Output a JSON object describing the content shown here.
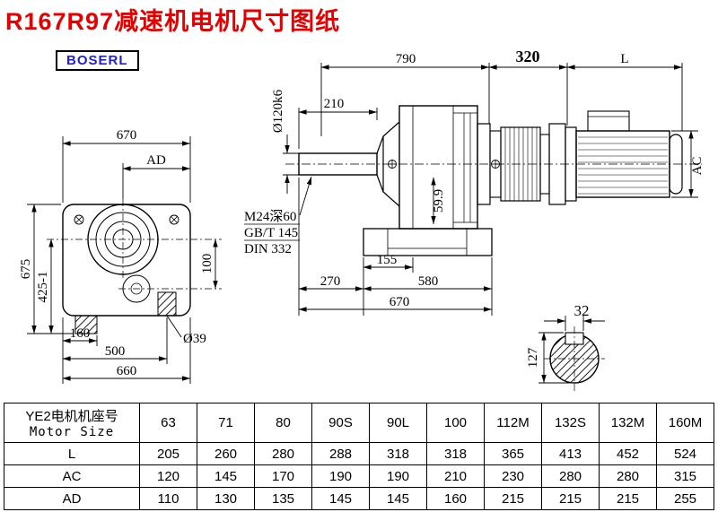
{
  "title": "R167R97减速机电机尺寸图纸",
  "logo": "BOSERL",
  "front": {
    "w670": "670",
    "ad": "AD",
    "h675": "675",
    "h425": "425-1",
    "d100": "100",
    "d160": "160",
    "d500": "500",
    "d660": "660",
    "d39": "Ø39"
  },
  "side": {
    "d790": "790",
    "d320": "320",
    "L": "L",
    "shaft": "Ø120k6",
    "d210": "210",
    "ac": "AC",
    "d599": "59.9",
    "thread": "M24深60",
    "gb": "GB/T 145",
    "din": "DIN 332",
    "d155": "155",
    "d270": "270",
    "d580": "580",
    "d670": "670"
  },
  "section": {
    "d32": "32",
    "d127": "127"
  },
  "table": {
    "header_cn": "YE2电机机座号",
    "header_en": "Motor Size",
    "sizes": [
      "63",
      "71",
      "80",
      "90S",
      "90L",
      "100",
      "112M",
      "132S",
      "132M",
      "160M"
    ],
    "rows": [
      {
        "label": "L",
        "values": [
          "205",
          "260",
          "280",
          "288",
          "318",
          "318",
          "365",
          "413",
          "452",
          "524"
        ]
      },
      {
        "label": "AC",
        "values": [
          "120",
          "145",
          "170",
          "190",
          "190",
          "210",
          "230",
          "280",
          "280",
          "315"
        ]
      },
      {
        "label": "AD",
        "values": [
          "110",
          "130",
          "135",
          "145",
          "145",
          "160",
          "215",
          "215",
          "215",
          "255"
        ]
      }
    ]
  }
}
